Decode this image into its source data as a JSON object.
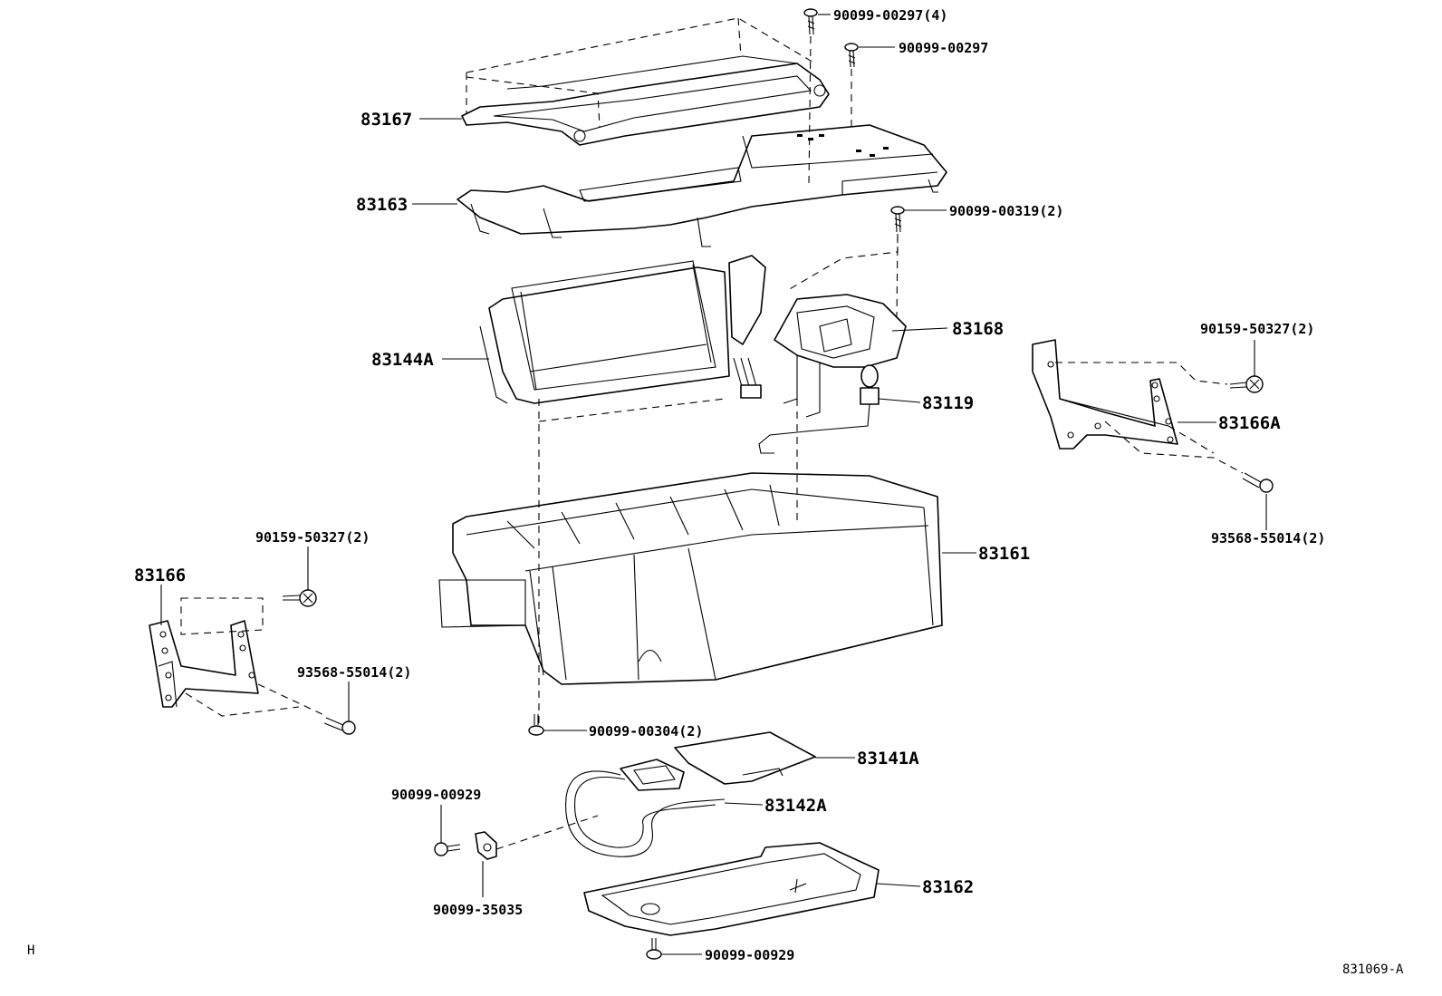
{
  "labels": {
    "p_83167": "83167",
    "p_83163": "83163",
    "p_83144A": "83144A",
    "p_83168": "83168",
    "p_83119": "83119",
    "p_83161": "83161",
    "p_83166": "83166",
    "p_83166A": "83166A",
    "p_83141A": "83141A",
    "p_83142A": "83142A",
    "p_83162": "83162",
    "s_90099_00297_4": "90099-00297(4)",
    "s_90099_00297": "90099-00297",
    "s_90099_00319_2": "90099-00319(2)",
    "s_90159_50327_2_right": "90159-50327(2)",
    "s_93568_55014_2_right": "93568-55014(2)",
    "s_90159_50327_2_left": "90159-50327(2)",
    "s_93568_55014_2_left": "93568-55014(2)",
    "s_90099_00304_2": "90099-00304(2)",
    "s_90099_00929_upper": "90099-00929",
    "s_90099_35035": "90099-35035",
    "s_90099_00929_lower": "90099-00929"
  },
  "footer": {
    "corner_mark": "H",
    "figure_id": "831069-A"
  }
}
